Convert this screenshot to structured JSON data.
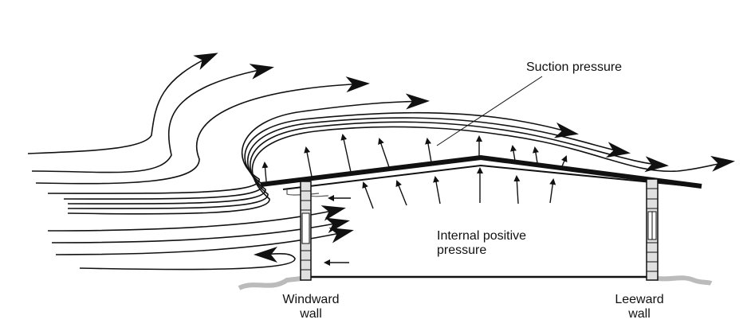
{
  "labels": {
    "suction": "Suction pressure",
    "internal_line1": "Internal positive",
    "internal_line2": "pressure",
    "windward_line1": "Windward",
    "windward_line2": "wall",
    "leeward_line1": "Leeward",
    "leeward_line2": "wall"
  },
  "colors": {
    "line": "#111111",
    "ground": "#bbbbbb",
    "brick": "#e0e0e0"
  }
}
